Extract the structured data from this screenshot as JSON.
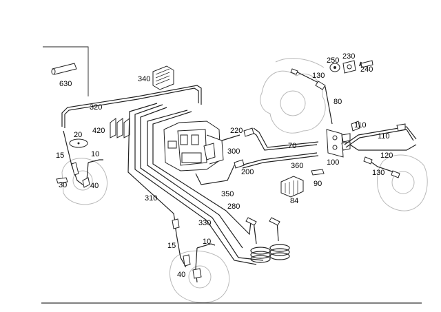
{
  "diagram": {
    "labels": {
      "l630": "630",
      "l340": "340",
      "l320": "320",
      "l420": "420",
      "l20": "20",
      "l15a": "15",
      "l10a": "10",
      "l30": "30",
      "l40a": "40",
      "l310": "310",
      "l330": "330",
      "l280": "280",
      "l350": "350",
      "l300": "300",
      "l220": "220",
      "l200": "200",
      "l70": "70",
      "l360": "360",
      "l100": "100",
      "l90": "90",
      "l84": "84",
      "l250": "250",
      "l230": "230",
      "l240": "240",
      "l130a": "130",
      "l80": "80",
      "l110a": "110",
      "l110b": "110",
      "l120": "120",
      "l130b": "130",
      "l15b": "15",
      "l10b": "10",
      "l40b": "40"
    }
  }
}
